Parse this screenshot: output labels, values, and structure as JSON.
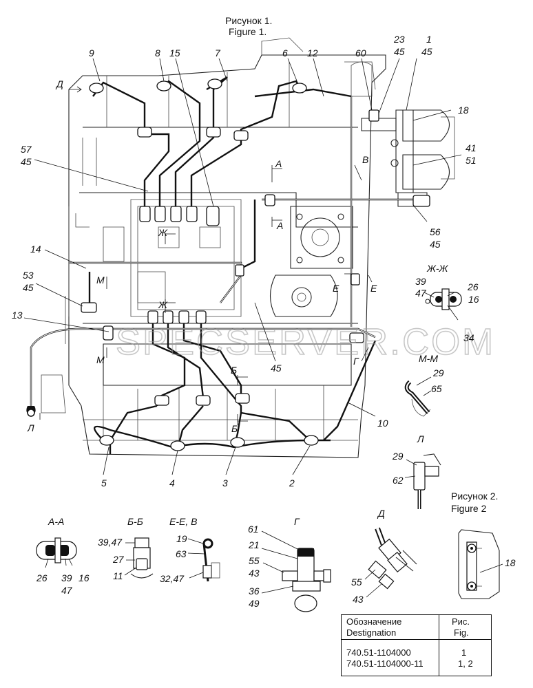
{
  "captions": {
    "fig1_ru": "Рисунок 1.",
    "fig1_en": "Figure 1.",
    "fig2_ru": "Рисунок 2.",
    "fig2_en": "Figure 2"
  },
  "watermark": "SPECSERVER.COM",
  "callouts": {
    "c9": "9",
    "c8": "8",
    "c15": "15",
    "c7": "7",
    "c6": "6",
    "c12": "12",
    "c60": "60",
    "c23": "23",
    "c45a": "45",
    "c1": "1",
    "c45b": "45",
    "c18": "18",
    "c57": "57",
    "c45c": "45",
    "c41": "41",
    "c51": "51",
    "c56": "56",
    "c45d": "45",
    "c14": "14",
    "c53": "53",
    "c45e": "45",
    "c13": "13",
    "c45f": "45",
    "c10": "10",
    "c5": "5",
    "c4": "4",
    "c3": "3",
    "c2": "2"
  },
  "section_marks": {
    "d": "Д",
    "a1": "А",
    "a2": "А",
    "zh1": "Ж",
    "zh2": "Ж",
    "v": "В",
    "m1": "М",
    "m2": "М",
    "ye1": "Е",
    "ye2": "Е",
    "b1": "Б",
    "b2": "Б",
    "g": "Г",
    "l": "Л"
  },
  "detail_zhzh": {
    "title": "Ж-Ж",
    "n39": "39",
    "n47": "47",
    "n26": "26",
    "n16": "16",
    "n34": "34"
  },
  "detail_mm": {
    "title": "М-М",
    "n29": "29",
    "n65": "65"
  },
  "detail_l": {
    "title": "Л",
    "n29": "29",
    "n62": "62"
  },
  "detail_aa": {
    "title": "А-А",
    "n26": "26",
    "n39": "39",
    "n47": "47",
    "n16": "16"
  },
  "detail_bb": {
    "title": "Б-Б",
    "n3947": "39,47",
    "n27": "27",
    "n11": "11"
  },
  "detail_eev": {
    "title": "Е-Е, В",
    "n19": "19",
    "n63": "63",
    "n3247": "32,47"
  },
  "detail_g": {
    "title": "Г",
    "n61": "61",
    "n21": "21",
    "n55": "55",
    "n43": "43",
    "n36": "36",
    "n49": "49"
  },
  "detail_d": {
    "title": "Д",
    "n55": "55",
    "n43": "43"
  },
  "detail_fig2": {
    "n18": "18"
  },
  "table": {
    "h1_ru": "Обозначение",
    "h1_en": "Destignation",
    "h2_ru": "Рис.",
    "h2_en": "Fig.",
    "rows": [
      {
        "designation": "740.51-1104000",
        "fig": "1"
      },
      {
        "designation": "740.51-1104000-11",
        "fig": "1, 2"
      }
    ]
  }
}
